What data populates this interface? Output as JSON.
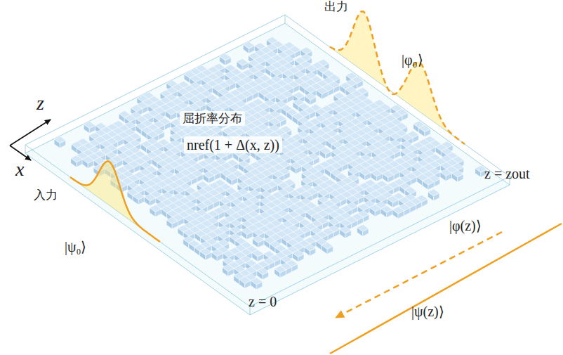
{
  "diagram": {
    "labels": [
      "出力",
      "|φ₀⟩",
      "z",
      "x",
      "屈折率分布",
      "nref(1 + Δ(x, z))",
      "z = zout",
      "入力",
      "|ψ₀⟩",
      "|φ(z)⟩",
      "z = 0",
      "|ψ(z)⟩"
    ]
  }
}
